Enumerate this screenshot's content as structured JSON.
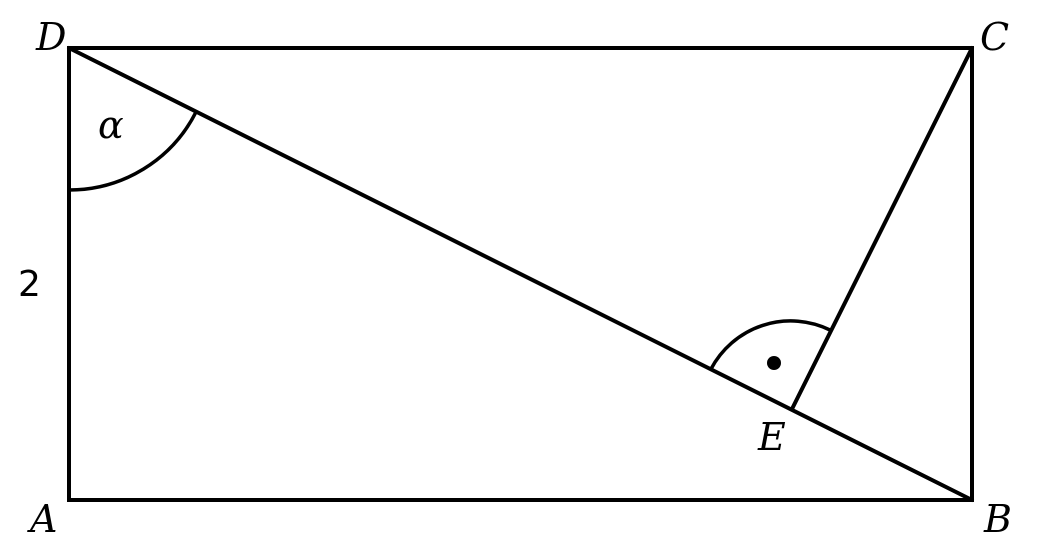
{
  "diagram": {
    "vertices": {
      "A": "A",
      "B": "B",
      "C": "C",
      "D": "D",
      "E": "E"
    },
    "side_label_AD": "2",
    "angle_label_D": "α",
    "right_angle_marker": "dot"
  }
}
